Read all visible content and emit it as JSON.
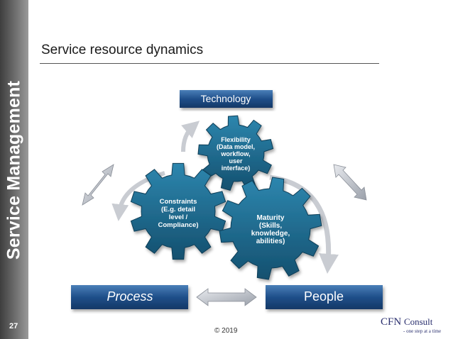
{
  "sidebar": {
    "title": "Service Management",
    "page_number": "27"
  },
  "slide": {
    "title": "Service resource dynamics"
  },
  "diagram": {
    "top_box": "Technology",
    "left_box": "Process",
    "right_box": "People",
    "gear_top": [
      "Flexibility",
      "(Data model,",
      "workflow,",
      "user",
      "interface)"
    ],
    "gear_left": [
      "Constraints",
      "(E.g. detail",
      "level /",
      "Compliance)"
    ],
    "gear_right": [
      "Maturity",
      "(Skills,",
      "knowledge,",
      "abilities)"
    ]
  },
  "footer": {
    "copyright": "© 2019"
  },
  "logo": {
    "name_part1": "CFN",
    "name_part2": "Consult",
    "tagline": "- one step at a time"
  },
  "colors": {
    "gear": "#1f6a8e",
    "box": "#1f4f8a",
    "sidebar": "#5a5a5a"
  }
}
